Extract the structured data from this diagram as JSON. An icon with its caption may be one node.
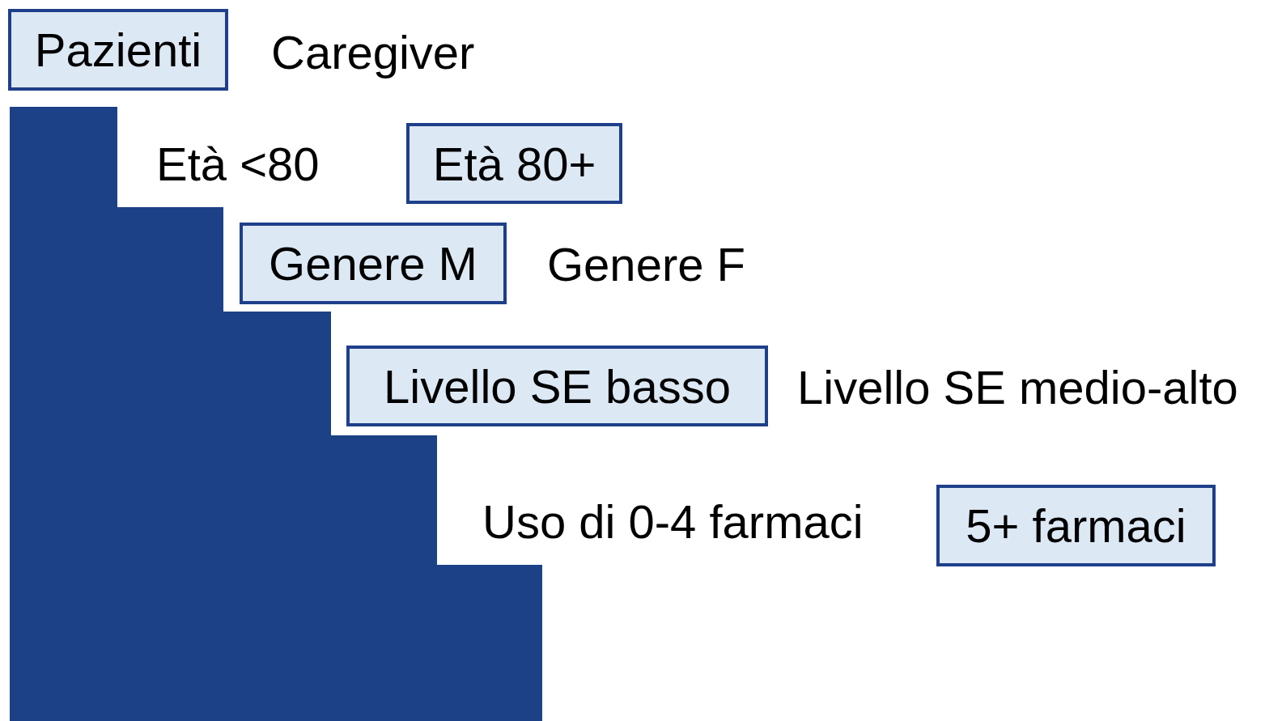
{
  "diagram": {
    "nodes": [
      {
        "text": [
          "Pazienti"
        ]
      },
      {
        "text": [
          "Età 80+"
        ]
      },
      {
        "text": [
          "Genere M"
        ]
      },
      {
        "text": [
          "Livello SE basso"
        ]
      },
      {
        "text": [
          "5+ farmaci"
        ]
      }
    ],
    "labels": [
      "Caregiver",
      "Età <80",
      "Genere F",
      "Livello SE medio-alto",
      "Uso di 0-4 farmaci"
    ]
  }
}
